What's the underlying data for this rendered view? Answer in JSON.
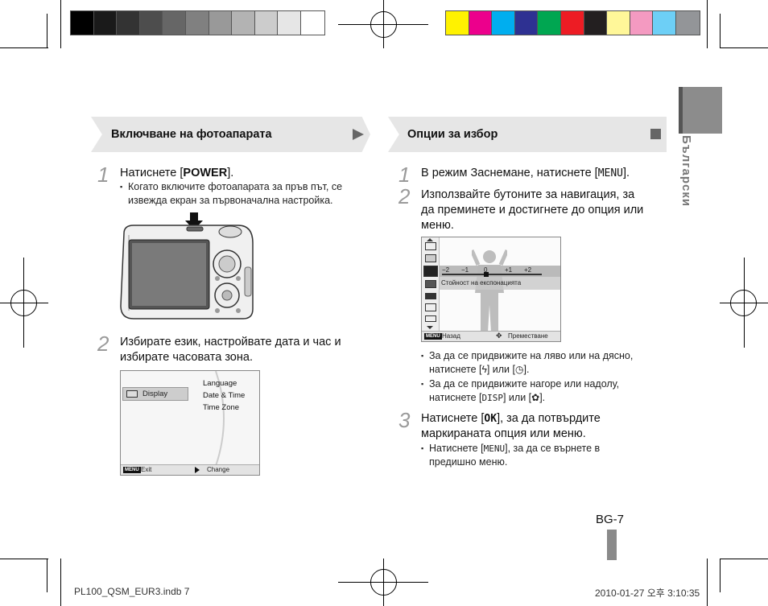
{
  "color_bars": {
    "gray": [
      "#000000",
      "#1a1a1a",
      "#333333",
      "#4d4d4d",
      "#666666",
      "#808080",
      "#999999",
      "#b3b3b3",
      "#cccccc",
      "#e6e6e6",
      "#ffffff"
    ],
    "colors": [
      "#fff200",
      "#ec008c",
      "#00aeef",
      "#2e3192",
      "#00a651",
      "#ed1c24",
      "#231f20",
      "#fff799",
      "#f49ac1",
      "#6dcff6",
      "#939598"
    ]
  },
  "left_section": {
    "title": "Включване на фотоапарата",
    "step1": {
      "num": "1",
      "text": "Натиснете [POWER].",
      "text_prefix": "Натиснете [",
      "text_key": "POWER",
      "text_suffix": "].",
      "bullet": "Когато включите фотоапарата за пръв път, се извежда екран за първоначална настройка.",
      "bullet_l1": "Когато включите фотоапарата за пръв път, се",
      "bullet_l2": "извежда екран за първоначална настройка."
    },
    "step2": {
      "num": "2",
      "line1": "Избирате език, настройвате дата и час и",
      "line2": "избирате часовата зона."
    },
    "screen": {
      "item": "Display",
      "options": [
        "Language",
        "Date & Time",
        "Time Zone"
      ],
      "menu": "MENU",
      "exit": "Exit",
      "change": "Change"
    }
  },
  "right_section": {
    "title": "Опции за избор",
    "step1": {
      "num": "1",
      "text_prefix": "В режим Заснемане, натиснете [",
      "text_key": "MENU",
      "text_suffix": "]."
    },
    "step2": {
      "num": "2",
      "line1": "Използвайте бутоните за навигация, за",
      "line2": "да преминете и достигнете до опция или",
      "line3": "меню."
    },
    "screen": {
      "scale": [
        "−2",
        "−1",
        "0",
        "+1",
        "+2"
      ],
      "caption": "Стойност на експонацията",
      "menu": "MENU",
      "back": "Назад",
      "move": "Преместване"
    },
    "bullets": {
      "b1_l1": "За да се придвижите на ляво или на дясно,",
      "b1_l2_pre": "натиснете [",
      "b1_l2_mid": "] или [",
      "b1_l2_end": "].",
      "b2_l1": "За да се придвижите нагоре или надолу,",
      "b2_l2_pre": "натиснете [",
      "b2_key": "DISP",
      "b2_l2_mid": "] или [",
      "b2_l2_end": "]."
    },
    "step3": {
      "num": "3",
      "l1_pre": "Натиснете [",
      "key": "OK",
      "l1_post": "], за да потвърдите",
      "line2": "маркираната опция или меню.",
      "bullet_pre": "Натиснете [",
      "bullet_key": "MENU",
      "bullet_post": "], за да се върнете в",
      "bullet_l2": "предишно меню."
    }
  },
  "side_label": "Български",
  "page_number": "BG-7",
  "footer": {
    "file": "PL100_QSM_EUR3.indb   7",
    "date": "2010-01-27   오후 3:10:35"
  }
}
